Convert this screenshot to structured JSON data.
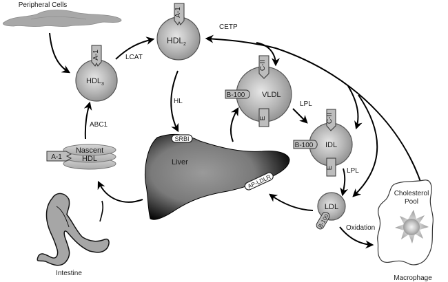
{
  "diagram": {
    "title": "Lipoprotein metabolism",
    "nodes": {
      "peripheral_cells": "Peripheral Cells",
      "hdl3": {
        "base": "HDL",
        "sub": "3"
      },
      "hdl2": {
        "base": "HDL",
        "sub": "2"
      },
      "nascent_hdl_1": "Nascent",
      "nascent_hdl_2": "HDL",
      "vldl": "VLDL",
      "idl": "IDL",
      "ldl": "LDL",
      "liver": "Liver",
      "intestine": "Intestine",
      "macrophage": "Macrophage",
      "cholesterol_pool_1": "Cholesterol",
      "cholesterol_pool_2": "Pool"
    },
    "apoproteins": {
      "a1": "A-1",
      "c2": "C-II",
      "b100": "B-100",
      "e": "E"
    },
    "receptors": {
      "srbi": "SRBI",
      "ap_ldlr": "AP-LDLR"
    },
    "enzymes": {
      "lcat": "LCAT",
      "cetp": "CETP",
      "hl": "HL",
      "abc1": "ABC1",
      "lpl_1": "LPL",
      "lpl_2": "LPL",
      "oxidation": "Oxidation"
    }
  }
}
